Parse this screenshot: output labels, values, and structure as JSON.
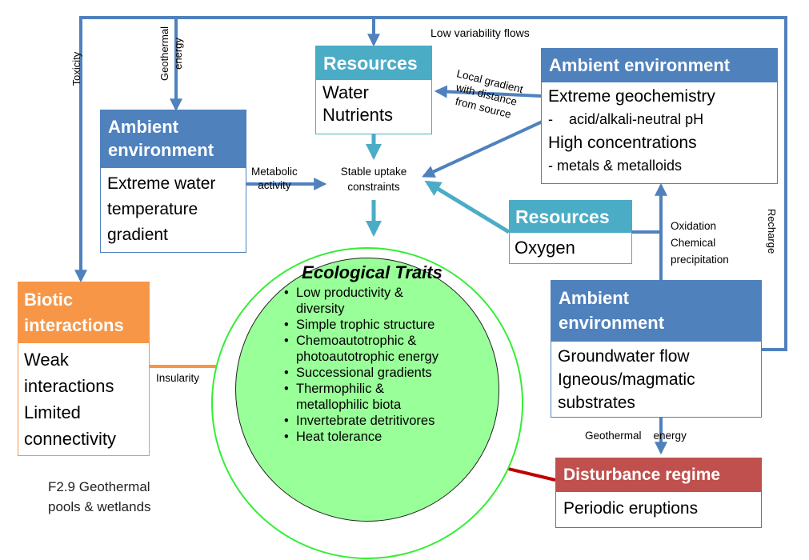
{
  "colors": {
    "blue_header": "#4f81bd",
    "teal_header": "#4bacc6",
    "orange_header": "#f79646",
    "red_header": "#c0504d",
    "trait_fill": "#99ff99",
    "ring": "#33ee33",
    "arrow_blue": "#4f81bd",
    "arrow_teal": "#4bacc6",
    "arrow_orange": "#f79646",
    "arrow_red": "#c00000"
  },
  "boxes": {
    "resources_water": {
      "title": "Resources",
      "lines": [
        "Water",
        "Nutrients"
      ]
    },
    "ambient_geochem": {
      "title": "Ambient environment",
      "lines": [
        "Extreme geochemistry",
        "-    acid/alkali-neutral pH",
        "High concentrations",
        "- metals & metalloids"
      ]
    },
    "ambient_temp": {
      "title_lines": [
        "Ambient",
        "environment"
      ],
      "lines": [
        "Extreme water",
        "temperature",
        "gradient"
      ]
    },
    "resources_oxygen": {
      "title": "Resources",
      "lines": [
        "Oxygen"
      ]
    },
    "biotic": {
      "title_lines": [
        "Biotic",
        "interactions"
      ],
      "lines": [
        "Weak",
        "interactions",
        "Limited",
        "connectivity"
      ]
    },
    "ambient_groundwater": {
      "title_lines": [
        "Ambient",
        "environment"
      ],
      "lines": [
        "Groundwater flow",
        "Igneous/magmatic",
        "substrates"
      ]
    },
    "disturbance": {
      "title": "Disturbance regime",
      "lines": [
        "Periodic eruptions"
      ]
    }
  },
  "traits": {
    "title": "Ecological Traits",
    "items": [
      "Low productivity &",
      "diversity",
      "Simple trophic structure",
      "Chemoautotrophic &",
      "photoautotrophic energy",
      "Successional gradients",
      "Thermophilic &",
      "metallophilic biota",
      "Invertebrate detritivores",
      "Heat tolerance"
    ],
    "bulleted": [
      true,
      false,
      true,
      true,
      false,
      true,
      true,
      false,
      true,
      true
    ]
  },
  "labels": {
    "low_variability": "Low variability flows",
    "toxicity": "Toxicity",
    "geothermal_energy_top": [
      "Geothermal",
      "energy"
    ],
    "local_gradient": [
      "Local gradient",
      "with distance",
      "from source"
    ],
    "metabolic": [
      "Metabolic",
      "activity"
    ],
    "stable_uptake": [
      "Stable uptake",
      "constraints"
    ],
    "oxidation": [
      "Oxidation",
      "Chemical",
      "precipitation"
    ],
    "recharge": "Recharge",
    "insularity": "Insularity",
    "geothermal_energy_bottom": "Geothermal    energy",
    "caption": [
      "F2.9 Geothermal",
      "pools & wetlands"
    ]
  }
}
